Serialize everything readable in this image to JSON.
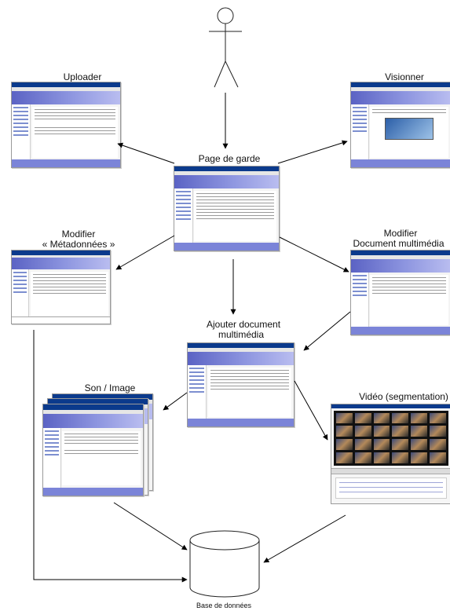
{
  "labels": {
    "uploader": "Uploader",
    "visionner": "Visionner",
    "page_de_garde": "Page de garde",
    "modifier_metadonnees_line1": "Modifier",
    "modifier_metadonnees_line2": "« Métadonnées »",
    "modifier_document_line1": "Modifier",
    "modifier_document_line2": "Document multimédia",
    "ajouter_document_line1": "Ajouter document",
    "ajouter_document_line2": "multimédia",
    "son_image": "Son / Image",
    "video": "Vidéo (segmentation)",
    "base_de_donnees": "Base de données"
  },
  "colors": {
    "arrow": "#000000",
    "banner": "#7b84d8",
    "titlebar": "#0b3a8c",
    "database_fill": "#ffffff"
  },
  "icons": {
    "user": "stick-figure-icon",
    "database": "database-cylinder-icon"
  }
}
